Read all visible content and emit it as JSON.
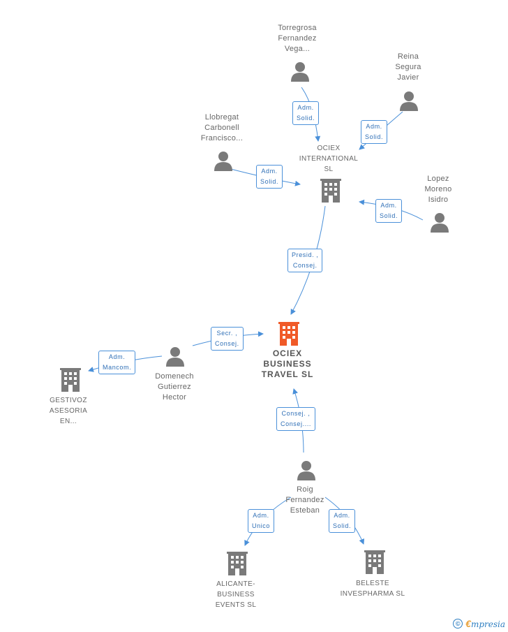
{
  "nodes": {
    "torregrosa": {
      "label": "Torregrosa\nFernandez\nVega...",
      "type": "person"
    },
    "reina": {
      "label": "Reina\nSegura\nJavier",
      "type": "person"
    },
    "llobregat": {
      "label": "Llobregat\nCarbonell\nFrancisco...",
      "type": "person"
    },
    "ociex_international": {
      "label": "OCIEX\nINTERNATIONAL\nSL",
      "type": "company"
    },
    "lopez": {
      "label": "Lopez\nMoreno\nIsidro",
      "type": "person"
    },
    "ociex_business": {
      "label": "OCIEX\nBUSINESS\nTRAVEL SL",
      "type": "company-main"
    },
    "domenech": {
      "label": "Domenech\nGutierrez\nHector",
      "type": "person"
    },
    "gestivoz": {
      "label": "GESTIVOZ\nASESORIA\nEN...",
      "type": "company"
    },
    "roig": {
      "label": "Roig\nFernandez\nEsteban",
      "type": "person"
    },
    "alicante": {
      "label": "ALICANTE-\nBUSINESS\nEVENTS SL",
      "type": "company"
    },
    "beleste": {
      "label": "BELESTE\nINVESPHARMA SL",
      "type": "company"
    }
  },
  "edges": {
    "torregrosa_ociex_int": "Adm.\nSolid.",
    "reina_ociex_int": "Adm.\nSolid.",
    "llobregat_ociex_int": "Adm.\nSolid.",
    "lopez_ociex_int": "Adm.\nSolid.",
    "ociex_int_business": "Presid. ,\nConsej.",
    "domenech_business": "Secr. ,\nConsej.",
    "domenech_gestivoz": "Adm.\nMancom.",
    "roig_business": "Consej. ,\nConsej....",
    "roig_alicante": "Adm.\nUnico",
    "roig_beleste": "Adm.\nSolid."
  },
  "colors": {
    "edge": "#4a90d9",
    "icon": "#7a7a7a",
    "main_company": "#f05a28"
  },
  "footer": {
    "copyright_symbol": "©",
    "brand_initial": "€",
    "brand_rest": "mpresia"
  }
}
